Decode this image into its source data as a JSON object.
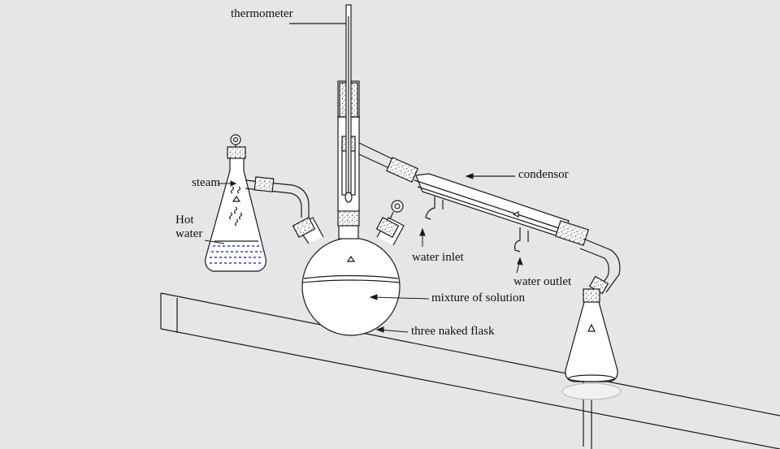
{
  "labels": {
    "thermometer": "thermometer",
    "steam": "steam",
    "hot_water_line1": "Hot",
    "hot_water_line2": "water",
    "condensor": "condensor",
    "water_inlet": "water inlet",
    "water_outlet": "water outlet",
    "mixture": "mixture of solution",
    "flask": "three naked flask"
  },
  "colors": {
    "background": "#e6e6e6",
    "line": "#1a1a1a",
    "glass": "#ffffff",
    "water_dots": "#2b3fbf"
  }
}
